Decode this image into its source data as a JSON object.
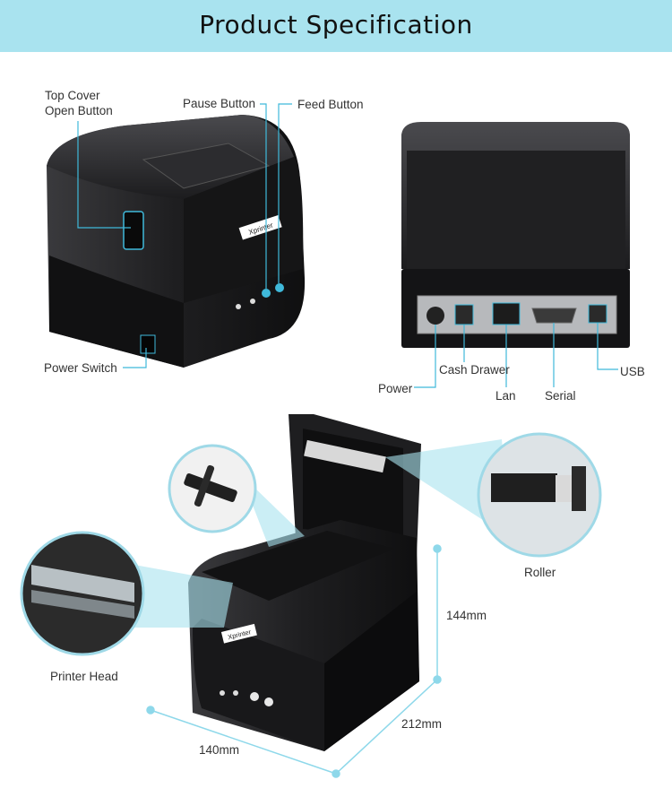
{
  "header": {
    "title": "Product Specification"
  },
  "front_view": {
    "labels": {
      "top_cover": "Top Cover",
      "top_cover_2": "Open Button",
      "pause": "Pause Button",
      "feed": "Feed Button",
      "power_switch": "Power Switch"
    },
    "brand": "Xprinter"
  },
  "back_view": {
    "labels": {
      "power": "Power",
      "cash_drawer": "Cash Drawer",
      "lan": "Lan",
      "serial": "Serial",
      "usb": "USB"
    }
  },
  "open_view": {
    "labels": {
      "roller": "Roller",
      "printer_head": "Printer Head",
      "height": "144mm",
      "depth": "212mm",
      "width": "140mm"
    },
    "brand": "Xprinter"
  },
  "colors": {
    "accent": "#3fb9da",
    "header_bg": "#a9e3ef",
    "printer": "#1c1c1e"
  }
}
